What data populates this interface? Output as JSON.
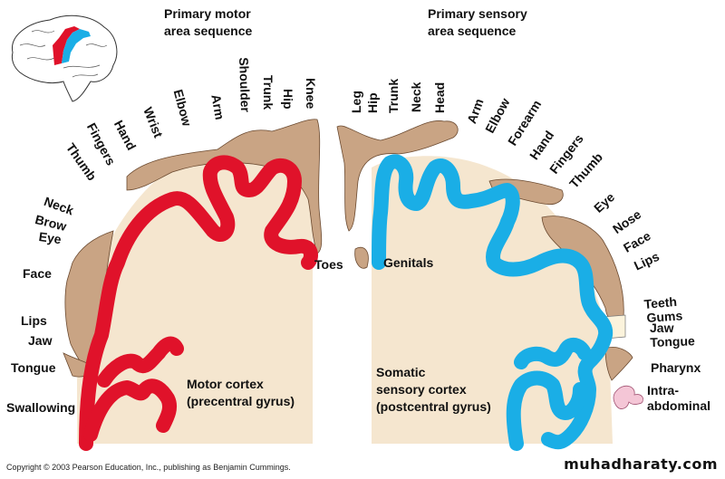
{
  "titles": {
    "motor": [
      "Primary motor",
      "area sequence"
    ],
    "sensory": [
      "Primary sensory",
      "area sequence"
    ]
  },
  "motor_labels": {
    "arc": [
      "Thumb",
      "Fingers",
      "Hand",
      "Wrist",
      "Elbow",
      "Arm",
      "Shoulder",
      "Trunk",
      "Hip",
      "Knee"
    ],
    "side": [
      "Neck",
      "Brow",
      "Eye",
      "Face",
      "Lips",
      "Jaw",
      "Tongue",
      "Swallowing"
    ],
    "toes": "Toes",
    "cortex": [
      "Motor cortex",
      "(precentral gyrus)"
    ]
  },
  "sensory_labels": {
    "arc": [
      "Leg",
      "Hip",
      "Trunk",
      "Neck",
      "Head",
      "Arm",
      "Elbow",
      "Forearm",
      "Hand",
      "Fingers",
      "Thumb",
      "Eye",
      "Nose",
      "Face",
      "Lips"
    ],
    "side": [
      "Teeth",
      "Gums",
      "Jaw",
      "Tongue",
      "Pharynx",
      "Intra-",
      "abdominal"
    ],
    "genitals": "Genitals",
    "cortex": [
      "Somatic",
      "sensory cortex",
      "(postcentral gyrus)"
    ]
  },
  "colors": {
    "motor_cortex": "#e0122a",
    "sensory_cortex": "#1aaee6",
    "brain_tissue": "#f5e6cf",
    "homunculus_skin": "#c9a484",
    "intestine": "#f4c6d6"
  },
  "footer": {
    "copyright": "Copyright © 2003 Pearson Education, Inc., publishing as Benjamin Cummings.",
    "watermark": "muhadharaty.com"
  }
}
